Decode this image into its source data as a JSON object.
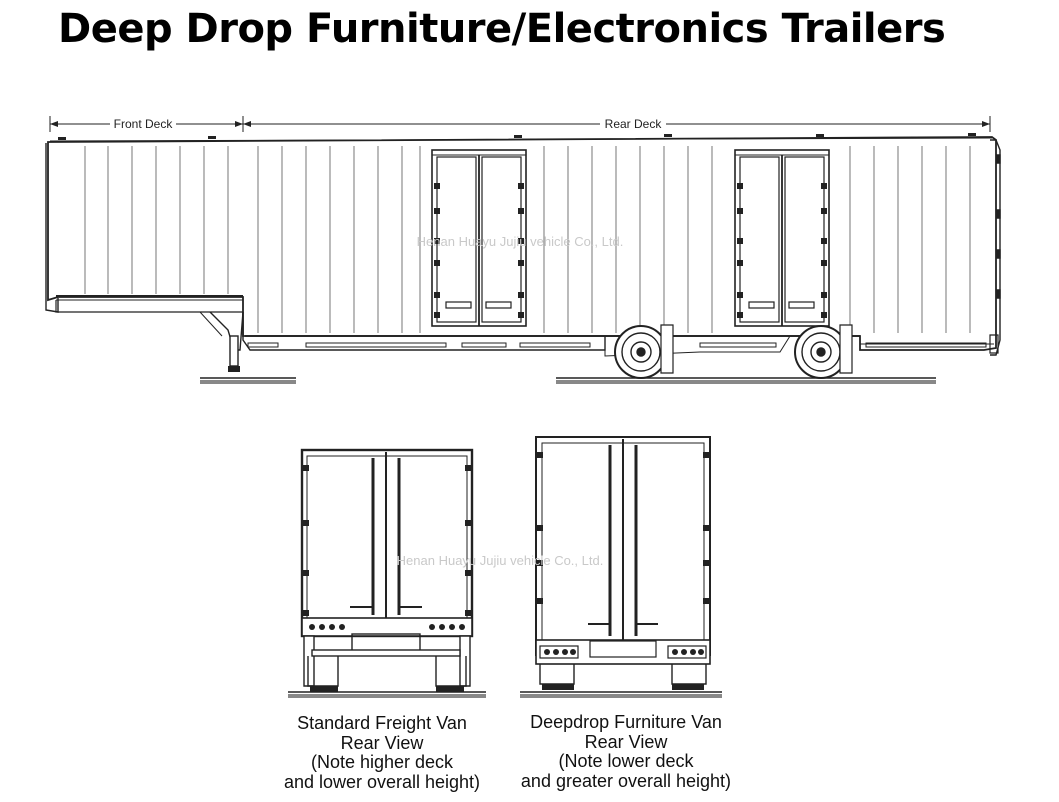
{
  "title": "Deep Drop Furniture/Electronics Trailers",
  "side_view": {
    "front_deck_label": "Front Deck",
    "rear_deck_label": "Rear Deck",
    "watermark": "Henan Huayu Jujiu vehicle Co., Ltd."
  },
  "rear_views": {
    "watermark": "Henan Huayu Jujiu vehicle Co., Ltd.",
    "standard": {
      "lines": [
        "Standard Freight Van",
        "Rear View",
        "(Note higher deck",
        "and lower overall height)"
      ]
    },
    "deepdrop": {
      "lines": [
        "Deepdrop Furniture Van",
        "Rear View",
        "(Note lower deck",
        "and greater overall height)"
      ]
    }
  }
}
